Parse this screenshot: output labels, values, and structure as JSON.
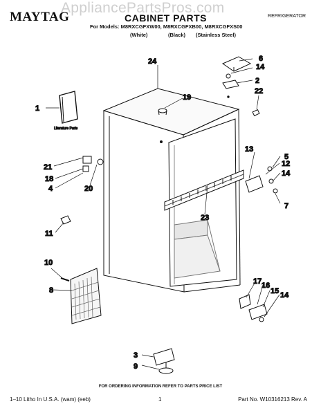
{
  "header": {
    "brand": "MAYTAG",
    "watermark": "AppliancePartsPros.com",
    "title": "CABINET PARTS",
    "category": "REFRIGERATOR",
    "models_line": "For Models: M8RXCGFXW00, M8RXCGFXB00, M8RXCGFXS00",
    "variants": [
      "(White)",
      "(Black)",
      "(Stainless Steel)"
    ]
  },
  "diagram": {
    "literature_label": "Literature Parts",
    "callouts": [
      "1",
      "2",
      "3",
      "4",
      "5",
      "6",
      "7",
      "8",
      "9",
      "10",
      "11",
      "12",
      "13",
      "14",
      "14",
      "14",
      "15",
      "16",
      "17",
      "18",
      "19",
      "20",
      "21",
      "22",
      "23",
      "24"
    ]
  },
  "footer": {
    "order_note": "FOR ORDERING INFORMATION REFER TO PARTS PRICE LIST",
    "litho": "1–10 Litho In U.S.A. (wam) (eeb)",
    "page": "1",
    "part_no": "Part No. W10316213 Rev. A"
  }
}
